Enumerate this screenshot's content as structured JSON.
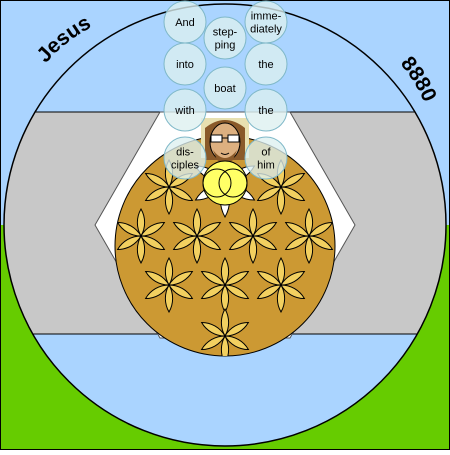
{
  "corner_left": "Jesus",
  "corner_right": "8880",
  "bubbles": [
    {
      "id": "and",
      "lines": [
        "And"
      ]
    },
    {
      "id": "steping",
      "lines": [
        "step-",
        "ping"
      ]
    },
    {
      "id": "immediately",
      "lines": [
        "imme-",
        "diately"
      ]
    },
    {
      "id": "into",
      "lines": [
        "into"
      ]
    },
    {
      "id": "the-1",
      "lines": [
        "the"
      ]
    },
    {
      "id": "boat",
      "lines": [
        "boat"
      ]
    },
    {
      "id": "with",
      "lines": [
        "with"
      ]
    },
    {
      "id": "the-2",
      "lines": [
        "the"
      ]
    },
    {
      "id": "disciples",
      "lines": [
        "dis-",
        "ciples"
      ]
    },
    {
      "id": "of-him",
      "lines": [
        "of",
        "him"
      ]
    }
  ],
  "colors": {
    "sky": "#aad4ff",
    "grass": "#66cc00",
    "band": "#c8c8c8",
    "hexagon": "#ffffff",
    "disk": "#cc9933",
    "petal": "#f2d060",
    "bubble": "#ddf0f0",
    "bubble_stroke": "#7fb8c8",
    "sun": "#ffff66",
    "face": "#ddb080",
    "outline": "#000000"
  }
}
